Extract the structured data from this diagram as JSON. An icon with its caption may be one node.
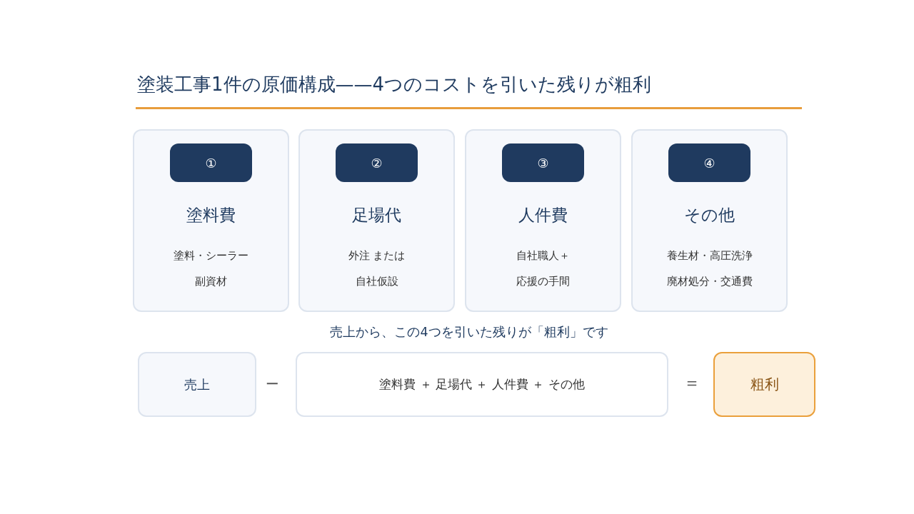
{
  "diagram": {
    "title": "塗装工事1件の原価構成——4つのコストを引いた残りが粗利",
    "nodes": [
      {
        "text": [
          "塗料費",
          "塗料・シーラー",
          "副資材"
        ]
      },
      {
        "text": [
          "①"
        ],
        "in": 0
      },
      {
        "text": [
          "足場代",
          "外注 または",
          "自社仮設"
        ]
      },
      {
        "text": [
          "②"
        ],
        "in": 2
      },
      {
        "text": [
          "人件費",
          "自社職人＋",
          "応援の手間"
        ]
      },
      {
        "text": [
          "③"
        ],
        "in": 4
      },
      {
        "text": [
          "その他",
          "養生材・高圧洗浄",
          "廃材処分・交通費"
        ]
      },
      {
        "text": [
          "④"
        ],
        "in": 6
      },
      {
        "text": [
          "売上"
        ]
      },
      {
        "text": [
          "塗料費 ＋ 足場代 ＋ 人件費 ＋ その他"
        ]
      },
      {
        "text": [
          "粗利"
        ]
      }
    ],
    "labels": [
      "売上から、この4つを引いた残りが「粗利」です",
      "−",
      "＝"
    ]
  }
}
